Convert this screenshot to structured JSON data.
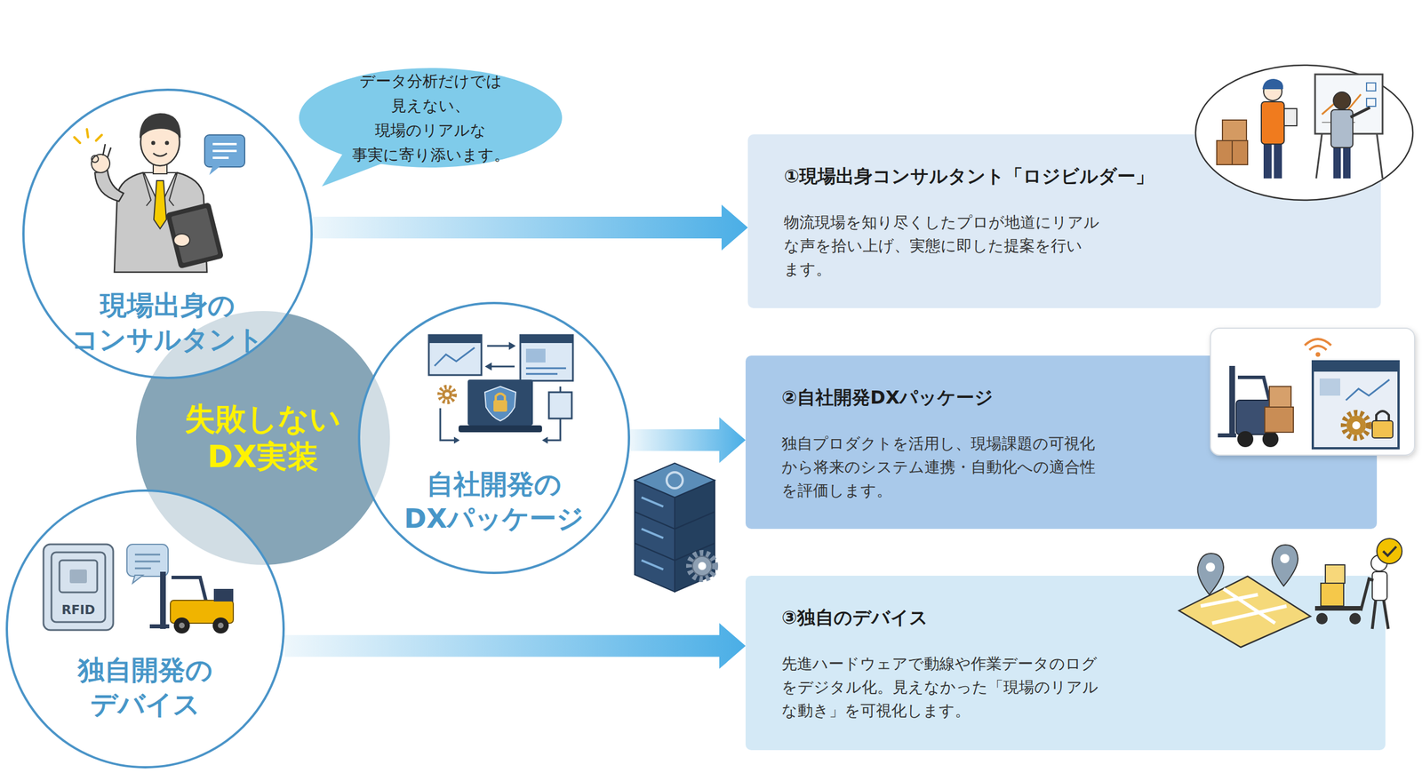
{
  "diagram": {
    "nodes": [
      {
        "text": [
          "現場出身の コンサルタント"
        ]
      },
      {
        "text": [
          "データ分析だけでは 見えない、現場のリアルな 事実に寄り添います。"
        ]
      },
      {
        "text": [
          "失敗しない DX実装"
        ]
      },
      {
        "text": [
          "自社開発の DXパッケージ"
        ]
      },
      {
        "text": [
          "独自開発の デバイス"
        ]
      },
      {
        "text": [
          "①現場出身コンサルタント「ロジビルダー」",
          "物流現場を知り尽くしたプロが地道にリアル な声を拾い上げ、実態に即した提案を行い ます。"
        ]
      },
      {
        "text": [
          "②自社開発DXパッケージ",
          "独自プロダクトを活用し、現場課題の可視化 から将来のシステム連携・自動化への適合性 を評価します。"
        ]
      },
      {
        "text": [
          "③独自のデバイス",
          "先進ハードウェアで動線や作業データのログ をデジタル化。見えなかった「現場のリアル な動き」を可視化します。"
        ]
      }
    ],
    "edges": [
      {
        "from": 0,
        "to": 5,
        "arrow": "to"
      },
      {
        "from": 3,
        "to": 6,
        "arrow": "to"
      },
      {
        "from": 4,
        "to": 7,
        "arrow": "to"
      }
    ],
    "labels": [
      "RFID"
    ]
  }
}
